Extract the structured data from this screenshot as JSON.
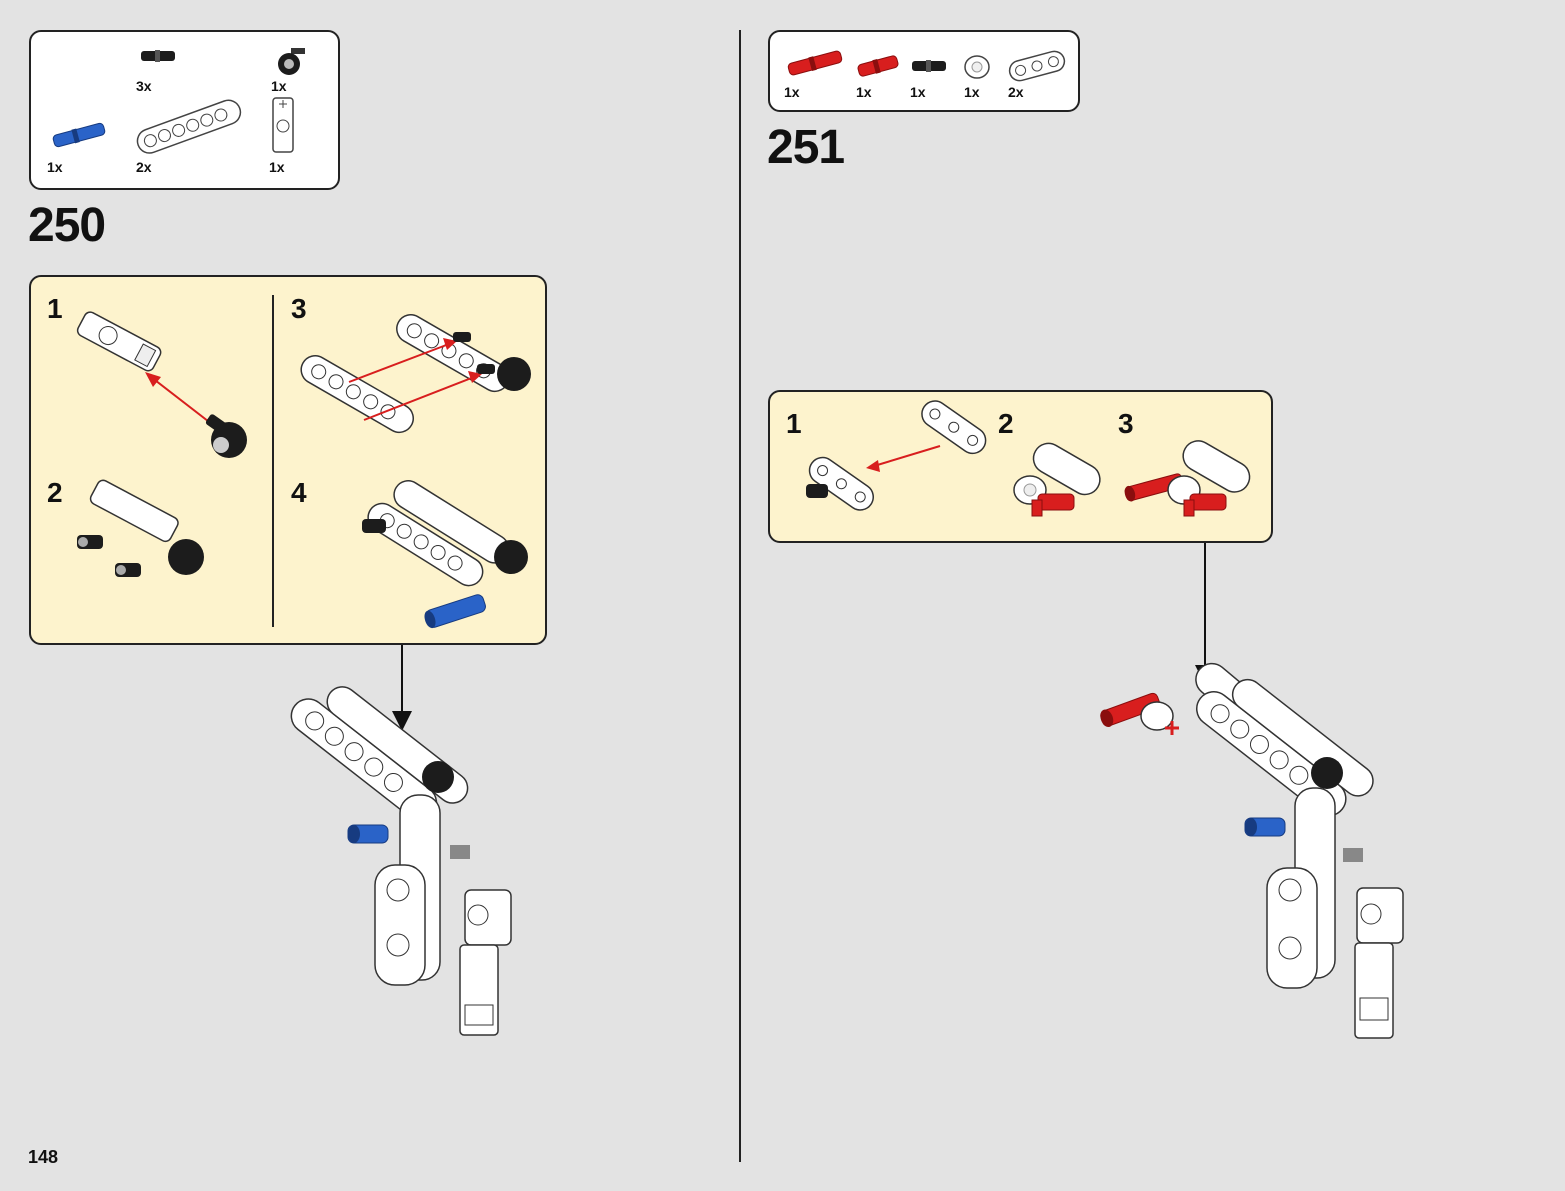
{
  "page": {
    "number": "148"
  },
  "steps": [
    {
      "number": "250",
      "parts": [
        {
          "qty": "3x",
          "icon": "black-pin-icon"
        },
        {
          "qty": "1x",
          "icon": "black-connector-icon"
        },
        {
          "qty": "1x",
          "icon": "blue-axle-pin-icon"
        },
        {
          "qty": "2x",
          "icon": "white-beam-7-icon"
        },
        {
          "qty": "1x",
          "icon": "white-axle-connector-icon"
        }
      ],
      "substeps": [
        "1",
        "2",
        "3",
        "4"
      ]
    },
    {
      "number": "251",
      "parts": [
        {
          "qty": "1x",
          "icon": "red-axle-pin-icon"
        },
        {
          "qty": "1x",
          "icon": "red-pin-icon"
        },
        {
          "qty": "1x",
          "icon": "black-pin-icon"
        },
        {
          "qty": "1x",
          "icon": "white-bush-icon"
        },
        {
          "qty": "2x",
          "icon": "white-beam-3-icon"
        }
      ],
      "substeps": [
        "1",
        "2",
        "3"
      ]
    }
  ],
  "colors": {
    "background": "#e3e3e3",
    "callout": "#fdf3cd",
    "red": "#d81e1e",
    "blue": "#2a63c8",
    "black": "#1c1c1c"
  }
}
